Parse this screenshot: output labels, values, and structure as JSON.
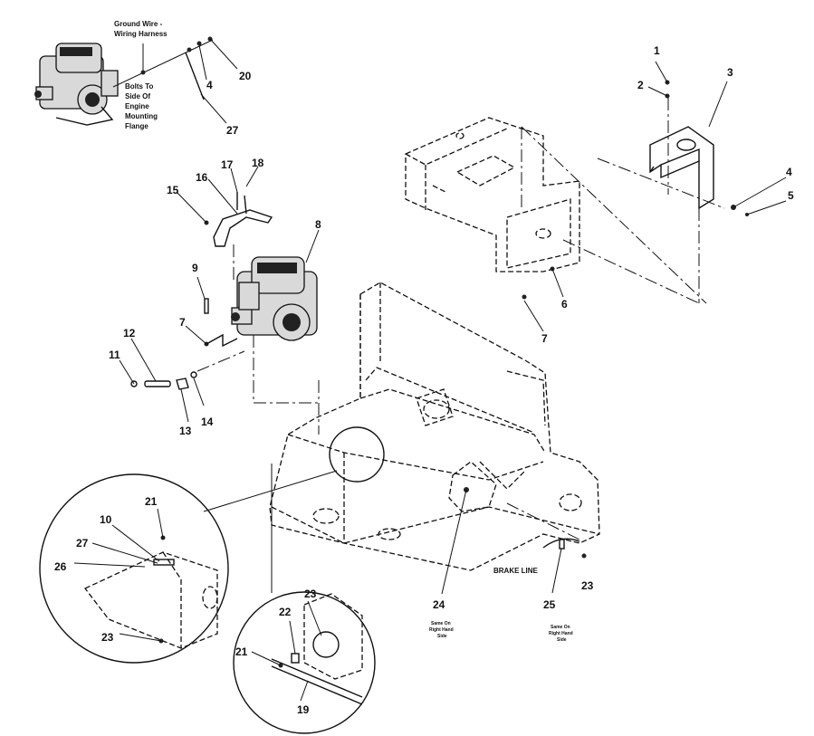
{
  "notes": {
    "ground_wire_line1": "Ground Wire -",
    "ground_wire_line2": "Wiring Harness",
    "bolts_line1": "Bolts To",
    "bolts_line2": "Side Of",
    "bolts_line3": "Engine",
    "bolts_line4": "Mounting",
    "bolts_line5": "Flange",
    "brake_line": "BRAKE LINE",
    "same_on_24_line1": "Same On",
    "same_on_24_line2": "Right Hand",
    "same_on_24_line3": "Side",
    "same_on_25_line1": "Same On",
    "same_on_25_line2": "Right Hand",
    "same_on_25_line3": "Side"
  },
  "callouts": {
    "c20": "20",
    "c4a": "4",
    "c27a": "27",
    "c1": "1",
    "c2": "2",
    "c3": "3",
    "c4b": "4",
    "c5": "5",
    "c6": "6",
    "c7b": "7",
    "c15": "15",
    "c16": "16",
    "c17": "17",
    "c18": "18",
    "c8": "8",
    "c9": "9",
    "c7a": "7",
    "c11": "11",
    "c12": "12",
    "c13": "13",
    "c14": "14",
    "c21a": "21",
    "c10": "10",
    "c27b": "27",
    "c26": "26",
    "c23a": "23",
    "c23b": "23",
    "c22": "22",
    "c21b": "21",
    "c19": "19",
    "c24": "24",
    "c25": "25",
    "c23c": "23"
  }
}
